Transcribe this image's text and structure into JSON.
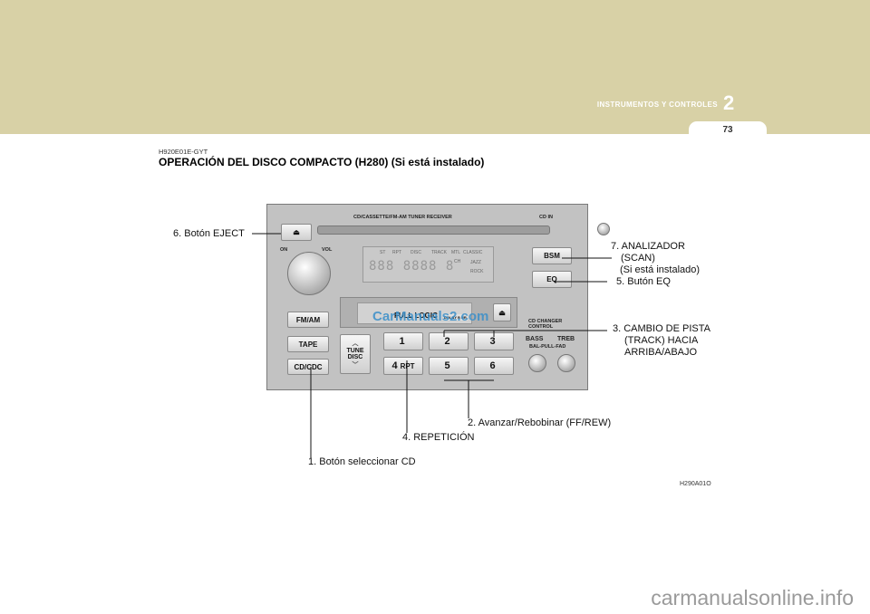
{
  "header": {
    "section_title": "INSTRUMENTOS Y CONTROLES",
    "chapter_number": "2",
    "page_number": "73"
  },
  "doc_code": "H920E01E-GYT",
  "heading": "OPERACIÓN DEL DISCO COMPACTO (H280) (Si está instalado)",
  "figure_code": "H290A01O",
  "callouts": {
    "eject": "6. Botón EJECT",
    "scan_l1": "7. ANALIZADOR",
    "scan_l2": "(SCAN)",
    "scan_l3": "(Si está instalado)",
    "eq": "5. Butón EQ",
    "track_l1": "3. CAMBIO DE PISTA",
    "track_l2": "(TRACK) HACIA",
    "track_l3": "ARRIBA/ABAJO",
    "ffrew": "2. Avanzar/Rebobinar (FF/REW)",
    "repeat": "4. REPETICIÓN",
    "cd_select": "1. Botón seleccionar CD"
  },
  "radio": {
    "model_label": "CD/CASSETTE/FM-AM TUNER RECEIVER",
    "cd_in": "CD  IN",
    "on": "ON",
    "vol": "VOL",
    "display_digits": "888 8888 8",
    "ind_st": "ST",
    "ind_rpt": "RPT",
    "ind_disc": "DISC",
    "ind_track": "TRACK",
    "ind_mtl": "MTL",
    "ind_ch": "CH",
    "ind_classic": "CLASSIC",
    "ind_jazz": "JAZZ",
    "ind_rock": "ROCK",
    "bsm": "BSM",
    "eq": "EQ",
    "full_logic": "FULL LOGIC",
    "dolby": "DOLBY B NR",
    "cd_changer": "CD CHANGER CONTROL",
    "fm_am": "FM/AM",
    "tape": "TAPE",
    "cd_cdc": "CD/CDC",
    "tune": "TUNE",
    "disc": "DISC",
    "bass": "BASS",
    "treb": "TREB",
    "bal_fad": "BAL-PULL-FAD",
    "presets": [
      {
        "num": "1",
        "extra": ""
      },
      {
        "num": "2",
        "extra": ""
      },
      {
        "num": "3",
        "extra": ""
      },
      {
        "num": "4",
        "extra": "RPT"
      },
      {
        "num": "5",
        "extra": ""
      },
      {
        "num": "6",
        "extra": ""
      }
    ]
  },
  "watermark": "CarManuals2.com",
  "footer_watermark": "carmanualsonline.info"
}
